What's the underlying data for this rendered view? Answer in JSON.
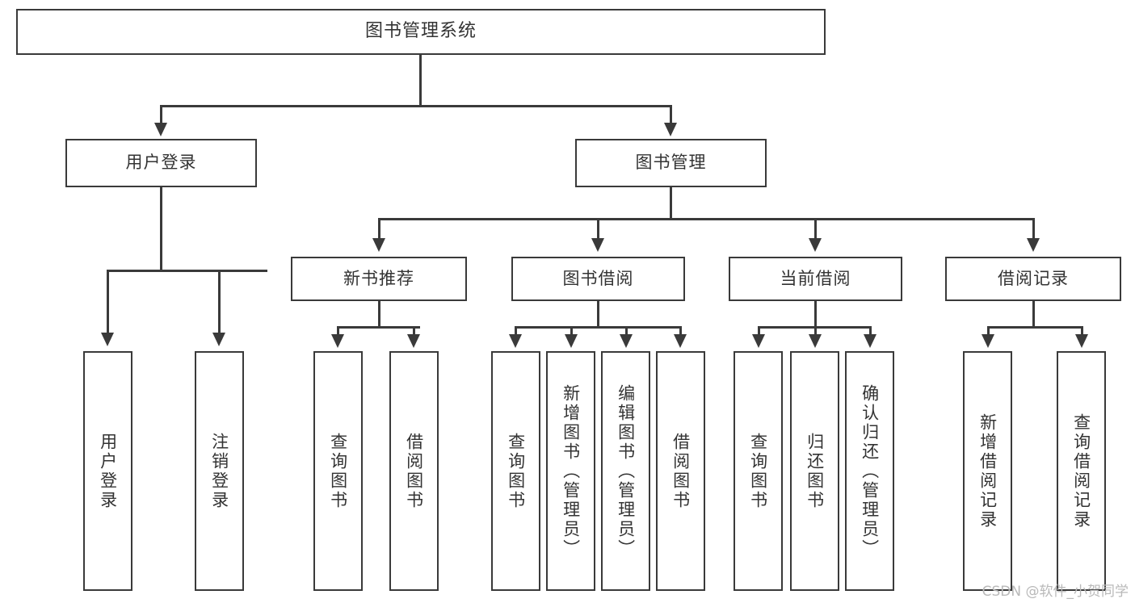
{
  "diagram": {
    "title": "图书管理系统",
    "watermark": "CSDN @软件_小贺同学",
    "colors": {
      "stroke": "#3a3a3a",
      "text": "#333333",
      "background": "#ffffff",
      "watermark": "#b9b9b9"
    },
    "levels": {
      "root": {
        "label": "图书管理系统"
      },
      "level1": [
        {
          "label": "用户登录"
        },
        {
          "label": "图书管理"
        }
      ],
      "level2": [
        {
          "label": "新书推荐"
        },
        {
          "label": "图书借阅"
        },
        {
          "label": "当前借阅"
        },
        {
          "label": "借阅记录"
        }
      ],
      "leaves": {
        "user_login": [
          {
            "label": "用户登录"
          },
          {
            "label": "注销登录"
          }
        ],
        "new_book_recommend": [
          {
            "label": "查询图书"
          },
          {
            "label": "借阅图书"
          }
        ],
        "book_borrow": [
          {
            "label": "查询图书"
          },
          {
            "label": "新增图书（管理员）"
          },
          {
            "label": "编辑图书（管理员）"
          },
          {
            "label": "借阅图书"
          }
        ],
        "current_borrow": [
          {
            "label": "查询图书"
          },
          {
            "label": "归还图书"
          },
          {
            "label": "确认归还（管理员）"
          }
        ],
        "borrow_record": [
          {
            "label": "新增借阅记录"
          },
          {
            "label": "查询借阅记录"
          }
        ]
      }
    }
  }
}
